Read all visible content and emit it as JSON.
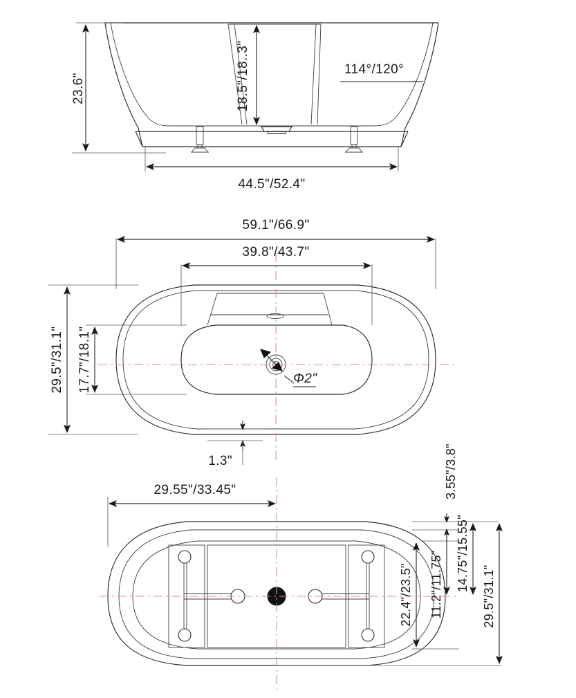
{
  "drawing": {
    "title": "Freestanding Bathtub Dimensional Drawing",
    "units": "inches",
    "colors": {
      "outline": "#2b2b2b",
      "dimension": "#1a1a1a",
      "centerline": "#d98f96",
      "background": "#ffffff"
    }
  },
  "views": {
    "elevation": {
      "name": "front-elevation-view",
      "dimensions": {
        "overall_height": "23.6\"",
        "interior_depth": "18.5\"/18..3\"",
        "base_width": "44.5\"/52.4\"",
        "wall_angle": "114°/120°"
      }
    },
    "plan": {
      "name": "top-plan-view",
      "dimensions": {
        "overall_length": "59.1\"/66.9\"",
        "inner_length": "39.8\"/43.7\"",
        "overall_width": "29.5\"/31.1\"",
        "inner_width": "17.7\"/18.1\"",
        "rim_offset": "1.3\"",
        "drain_diameter": "Φ2\""
      }
    },
    "bottom": {
      "name": "bottom-plan-view",
      "dimensions": {
        "half_length": "29.55\"/33.45\"",
        "frame_width": "22.4\"/23.5\"",
        "edge_offset": "3.55\"/3.8\"",
        "center_to_frame": "11.2\"/11.75\"",
        "center_to_edge": "14.75\"/15.55\"",
        "overall_width": "29.5\"/31.1\""
      }
    }
  },
  "labels": {
    "elev_height": "23.6\"",
    "elev_inner_depth": "18.5\"/18..3\"",
    "elev_angle": "114°/120°",
    "elev_base_width": "44.5\"/52.4\"",
    "plan_overall_length": "59.1\"/66.9\"",
    "plan_inner_length": "39.8\"/43.7\"",
    "plan_overall_width": "29.5\"/31.1\"",
    "plan_inner_width": "17.7\"/18.1\"",
    "plan_rim_offset": "1.3\"",
    "plan_drain": "Φ2\"",
    "bot_half_length": "29.55\"/33.45\"",
    "bot_frame_width": "22.4\"/23.5\"",
    "bot_edge_offset": "3.55\"/3.8\"",
    "bot_center_frame": "11.2\"/11.75\"",
    "bot_center_edge": "14.75\"/15.55\"",
    "bot_overall_width": "29.5\"/31.1\""
  }
}
